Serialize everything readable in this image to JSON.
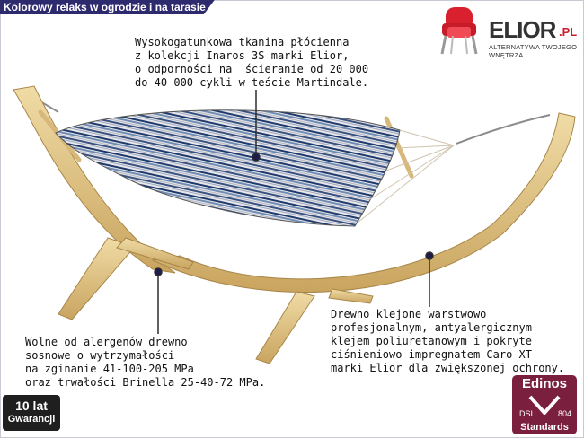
{
  "header": {
    "title": "Kolorowy relaks w ogrodzie i na tarasie"
  },
  "logo": {
    "brand": "ELIOR",
    "tld": ".PL",
    "tagline": "ALTERNATYWA TWOJEGO WNĘTRZA"
  },
  "callouts": {
    "fabric": "Wysokogatunkowa tkanina płócienna\nz kolekcji Inaros 3S marki Elior,\no odporności na  ścieranie od 20 000\ndo 40 000 cykli w teście Martindale.",
    "wood": "Drewno klejone warstwowo\nprofesjonalnym, antyalergicznym\nklejem poliuretanowym i pokryte\nciśnieniowo impregnatem Caro XT\nmarki Elior dla zwiększonej ochrony.",
    "strength": "Wolne od alergenów drewno\nsosnowe o wytrzymałości\nna zginanie 41-100-205 MPa\noraz trwałości Brinella 25-40-72 MPa."
  },
  "warranty": {
    "years": "10 lat",
    "label": "Gwarancji"
  },
  "cert": {
    "name": "Edinos",
    "dsi": "DSI",
    "code": "804",
    "standards": "Standards"
  },
  "colors": {
    "title_bg": "#2e2a6e",
    "accent": "#cc1f2c",
    "wood": "#e3c98d",
    "cert_bg": "#7a1f3d"
  }
}
